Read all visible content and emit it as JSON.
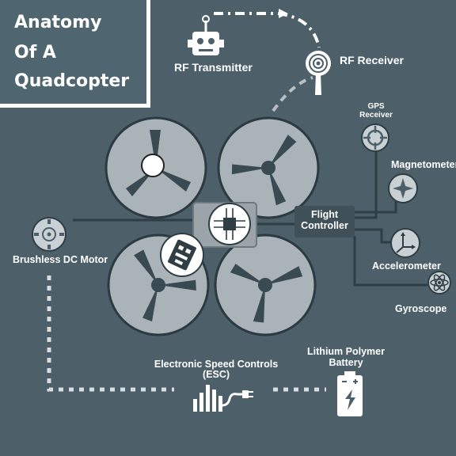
{
  "title": {
    "line1": "Anatomy",
    "line2": "Of A",
    "line3": "Quadcopter"
  },
  "labels": {
    "rf_transmitter": "RF Transmitter",
    "rf_receiver": "RF Receiver",
    "gps_line1": "GPS",
    "gps_line2": "Receiver",
    "magnetometer": "Magnetometer",
    "flight_controller_line1": "Flight",
    "flight_controller_line2": "Controller",
    "accelerometer": "Accelerometer",
    "gyroscope": "Gyroscope",
    "brushless_motor": "Brushless DC Motor",
    "esc_line1": "Electronic Speed Controls",
    "esc_line2": "(ESC)",
    "battery_line1": "Lithium Polymer",
    "battery_line2": "Battery"
  },
  "colors": {
    "background": "#4d5f69",
    "rotor_fill": "#aab3b8",
    "rotor_stroke": "#2c3a41",
    "line": "#2f3d44",
    "dashed_line": "#d8dde0",
    "text": "#ffffff"
  },
  "icons": [
    "robot-transmitter-icon",
    "antenna-icon",
    "gps-target-icon",
    "compass-icon",
    "axes-icon",
    "atom-icon",
    "motor-icon",
    "esc-bars-icon",
    "battery-icon",
    "circuit-chip-icon",
    "esc-board-icon"
  ]
}
